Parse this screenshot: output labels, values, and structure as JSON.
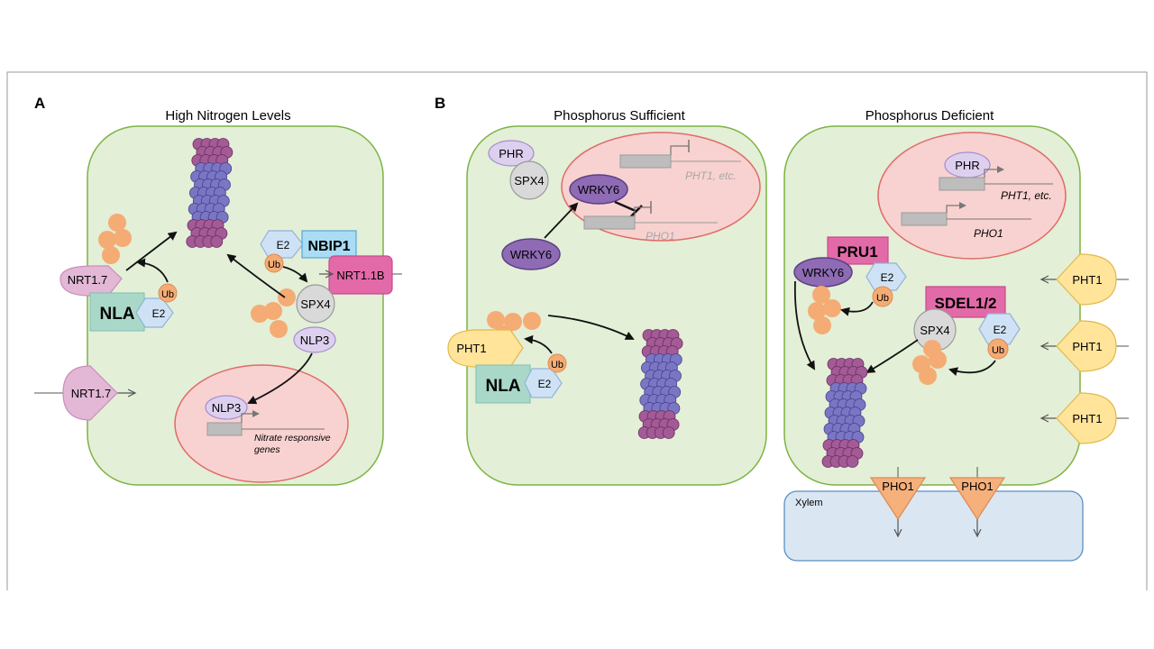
{
  "panel_a": {
    "letter": "A",
    "title": "High Nitrogen Levels",
    "nrt17_top": "NRT1.7",
    "nrt17_bottom": "NRT1.7",
    "nla": "NLA",
    "e2_left": "E2",
    "ub_left": "Ub",
    "e2_right": "E2",
    "nbip1": "NBIP1",
    "ub_right": "Ub",
    "nrt11b": "NRT1.1B",
    "spx4": "SPX4",
    "nlp3": "NLP3",
    "nlp3_nucleus": "NLP3",
    "genes_line1": "Nitrate responsive",
    "genes_line2": "genes"
  },
  "panel_b": {
    "letter": "B",
    "sufficient": {
      "title": "Phosphorus Sufficient",
      "phr": "PHR",
      "spx4": "SPX4",
      "wrky6_nucleus": "WRKY6",
      "wrky6_cyto": "WRKY6",
      "pht1_gene": "PHT1, etc.",
      "pho1_gene": "PHO1",
      "pht1": "PHT1",
      "nla": "NLA",
      "e2": "E2",
      "ub": "Ub"
    },
    "deficient": {
      "title": "Phosphorus Deficient",
      "phr": "PHR",
      "pht1_gene": "PHT1, etc.",
      "pho1_gene": "PHO1",
      "pru1": "PRU1",
      "wrky6": "WRKY6",
      "e2_top": "E2",
      "ub_top": "Ub",
      "sdel": "SDEL1/2",
      "spx4": "SPX4",
      "e2_bottom": "E2",
      "ub_bottom": "Ub",
      "pht1_list": [
        "PHT1",
        "PHT1",
        "PHT1"
      ],
      "pho1_list": [
        "PHO1",
        "PHO1"
      ],
      "xylem": "Xylem"
    }
  },
  "colors": {
    "cell_fill": "#e3efd7",
    "cell_stroke": "#7cb342",
    "nucleus_fill": "#f8d2d0",
    "nucleus_stroke": "#e06b68",
    "pink_protein": "#e3b7d6",
    "orange_ub": "#f4ac74",
    "e2_blue": "#cfe2f5",
    "nla_teal": "#a9d8c9",
    "nbip1_blue": "#a9dcf5",
    "magenta_box": "#e36aa9",
    "pht1_yellow": "#ffe49a",
    "wrky6_purple": "#8e6bb4",
    "phr_lavender": "#ddd0ef",
    "xylem_blue": "#dae7f2",
    "pho1_orange": "#f5b07c",
    "proteasome_blue": "#7b76c4",
    "proteasome_purple": "#a35a95"
  }
}
